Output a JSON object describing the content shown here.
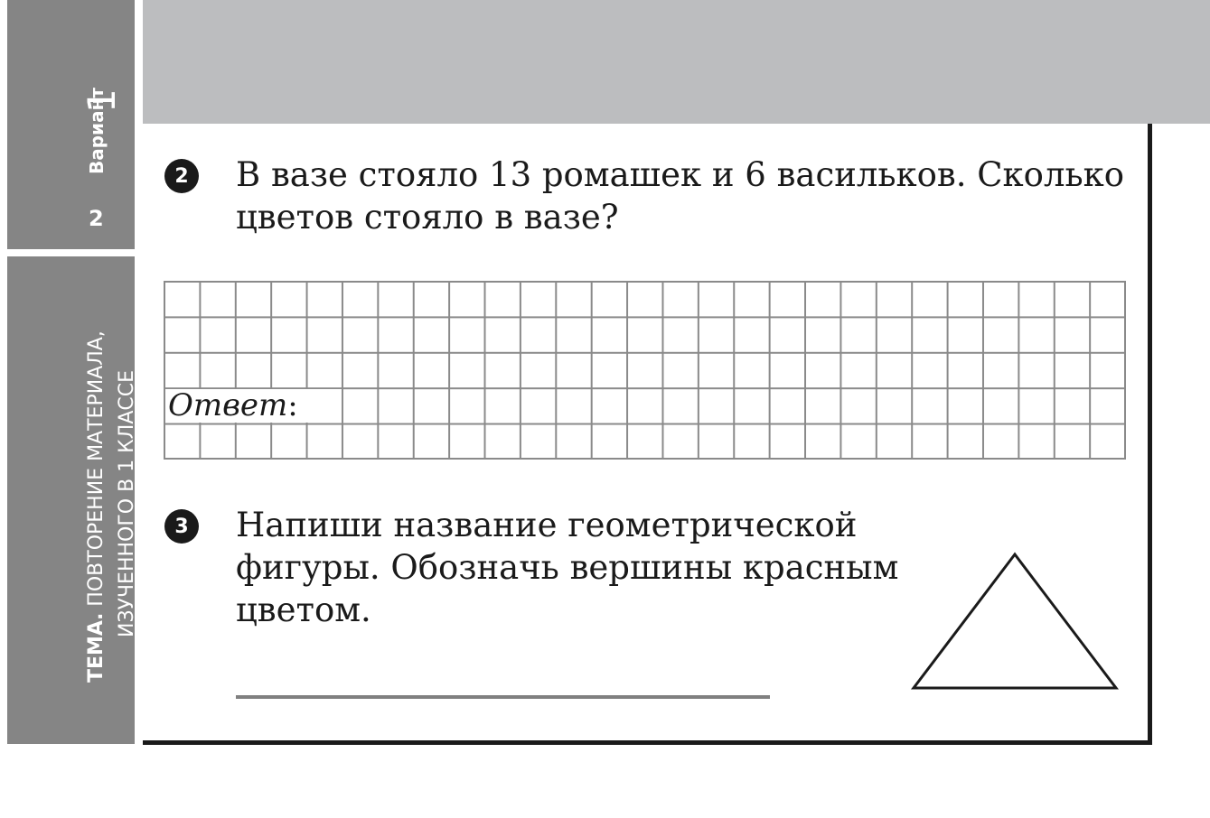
{
  "sidebar": {
    "variant_word": "Вариант",
    "variant_number": "1",
    "page_number": "2",
    "topic_label": "ТЕМА.",
    "topic_line1": " ПОВТОРЕНИЕ МАТЕРИАЛА,",
    "topic_line2": "ИЗУЧЕННОГО В 1 КЛАССЕ"
  },
  "questions": [
    {
      "number": "2",
      "text": "В вазе стояло 13 ромашек и 6 васильков. Сколько цветов стояло в вазе?",
      "answer_label": "Ответ",
      "answer_colon": ":"
    },
    {
      "number": "3",
      "text": "Напиши название геометрической фигуры. Обозначь вершины красным цветом.",
      "figure": "triangle-icon"
    }
  ],
  "colors": {
    "sidebar_gray": "#858585",
    "header_gray": "#bcbdbf",
    "ink": "#1a1a1a",
    "grid": "#8a8a8a"
  }
}
